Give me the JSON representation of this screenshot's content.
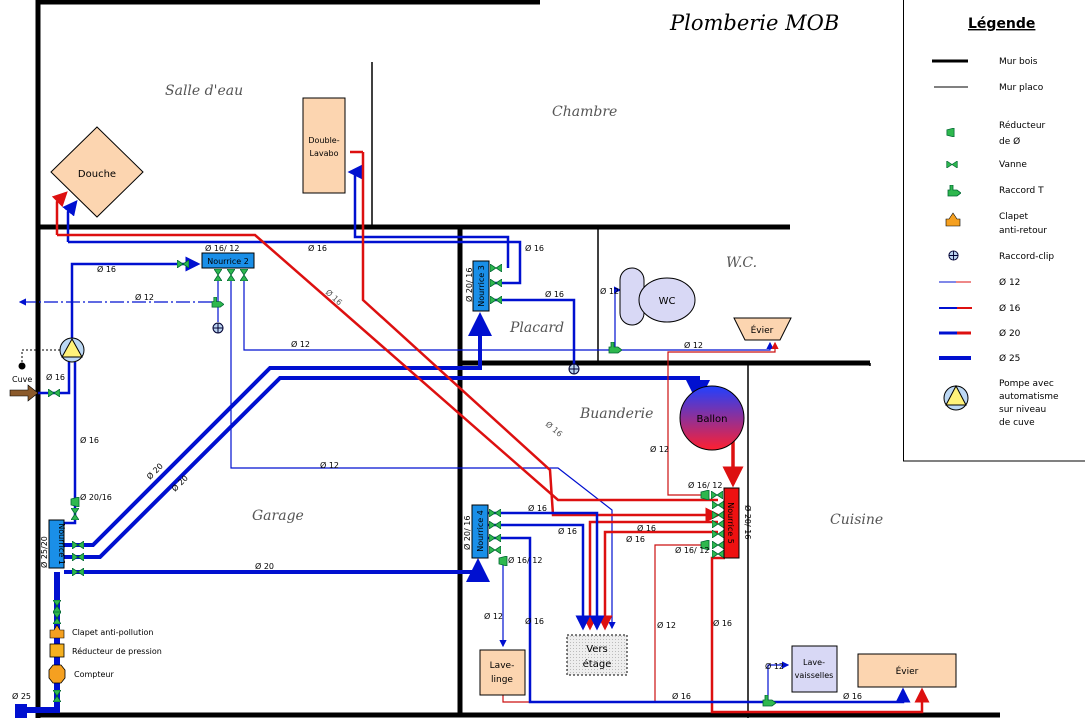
{
  "title": "Plomberie MOB",
  "rooms": {
    "salle_deau": "Salle d'eau",
    "chambre": "Chambre",
    "wc": "W.C.",
    "placard": "Placard",
    "buanderie": "Buanderie",
    "garage": "Garage",
    "cuisine": "Cuisine"
  },
  "fixtures": {
    "douche": "Douche",
    "double_lavabo": [
      "Double-",
      "Lavabo"
    ],
    "wc": "WC",
    "evier_wc": "Évier",
    "ballon": "Ballon",
    "vers_etage": [
      "Vers",
      "étage"
    ],
    "lave_linge": [
      "Lave-",
      "linge"
    ],
    "lave_vaisselles": [
      "Lave-",
      "vaisselles"
    ],
    "evier_cuisine": "Évier"
  },
  "nourrices": [
    "Nourrice 1",
    "Nourrice 2",
    "Nourrice 3",
    "Nourrice 4",
    "Nourrice 5"
  ],
  "annotations": {
    "cuve": "Cuve",
    "clapet_anti_pollution": "Clapet anti-pollution",
    "reducteur_pression": "Réducteur de pression",
    "compteur": "Compteur"
  },
  "pipe_labels": [
    "Ø 16/ 12",
    "Ø 16",
    "Ø 16",
    "Ø 12",
    "Ø 16",
    "Ø 16",
    "Ø 20/16",
    "Ø 25/20",
    "Ø 20",
    "Ø 20",
    "Ø 20",
    "Ø 12",
    "Ø 12",
    "Ø 16",
    "Ø 16",
    "Ø 20/ 16",
    "Ø 16",
    "Ø 12",
    "Ø 12",
    "Ø 16",
    "Ø 12",
    "Ø 16/ 12",
    "Ø 20/ 16",
    "Ø 16",
    "Ø 16",
    "Ø 16",
    "Ø 16",
    "Ø 16/ 12",
    "Ø 20/ 16",
    "Ø 16/ 12",
    "Ø 12",
    "Ø 16",
    "Ø 12",
    "Ø 16",
    "Ø 16",
    "Ø 12",
    "Ø 16",
    "Ø 25"
  ],
  "legend": {
    "title": "Légende",
    "items": [
      {
        "label": [
          "Mur bois"
        ],
        "icon": "thick-wall-line"
      },
      {
        "label": [
          "Mur placo"
        ],
        "icon": "thin-wall-line"
      },
      {
        "label": [
          "Réducteur",
          "de Ø"
        ],
        "icon": "reducer-icon"
      },
      {
        "label": [
          "Vanne"
        ],
        "icon": "valve-icon"
      },
      {
        "label": [
          "Raccord T"
        ],
        "icon": "tee-fitting-icon"
      },
      {
        "label": [
          "Clapet",
          "anti-retour"
        ],
        "icon": "check-valve-icon"
      },
      {
        "label": [
          "Raccord-clip"
        ],
        "icon": "clip-fitting-icon"
      },
      {
        "label": [
          "Ø 12"
        ],
        "icon": "pipe-12"
      },
      {
        "label": [
          "Ø 16"
        ],
        "icon": "pipe-16"
      },
      {
        "label": [
          "Ø 20"
        ],
        "icon": "pipe-20"
      },
      {
        "label": [
          "Ø 25"
        ],
        "icon": "pipe-25"
      },
      {
        "label": [
          "Pompe avec",
          "automatisme",
          "sur niveau",
          "de cuve"
        ],
        "icon": "pump-icon"
      }
    ]
  },
  "colors": {
    "cold_water": "#0010d0",
    "hot_water": "#dd1010",
    "fixture": "#fcd5b0",
    "appliance": "#d8d8f5",
    "nourrice_cold": "#1a8fe8",
    "nourrice_hot": "#ee1111",
    "fitting": "#2eb84e"
  }
}
